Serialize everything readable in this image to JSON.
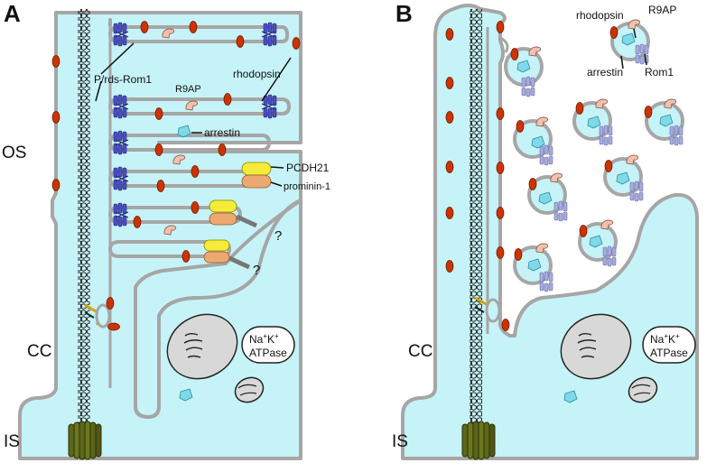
{
  "panels": {
    "a": {
      "letter": "A",
      "labels": {
        "os": "OS",
        "cc": "CC",
        "is": "IS",
        "prph2": "P/rds-Rom1",
        "rhodopsin": "rhodopsin",
        "r9ap": "R9AP",
        "arrestin": "arrestin",
        "pcdh21": "PCDH21",
        "prominin": "prominin-1",
        "unknown_1": "?",
        "unknown_2": "?",
        "pump_line1_na": "Na",
        "pump_line1_k": "K",
        "pump_sup": "+",
        "pump_line2": "ATPase"
      }
    },
    "b": {
      "letter": "B",
      "labels": {
        "cc": "CC",
        "is": "IS",
        "rhodopsin": "rhodopsin",
        "r9ap": "R9AP",
        "arrestin": "arrestin",
        "rom1": "Rom1",
        "pump_line1_na": "Na",
        "pump_line1_k": "K",
        "pump_sup": "+",
        "pump_line2": "ATPase"
      }
    }
  },
  "colors": {
    "cytoplasm": "#c6f3f7",
    "membrane": "#a6a6a6",
    "rhodopsin": "#cc3300",
    "r9ap": "#f2c1ad",
    "arrestin": "#7fd9e8",
    "prph2_rom1": "#4a50c8",
    "rom1_vesicle": "#a8acdc",
    "pcdh21": "#f5ec3a",
    "prominin": "#eda870",
    "basal_body": "#5c6618",
    "mitochondria": "#d8d8d8"
  }
}
